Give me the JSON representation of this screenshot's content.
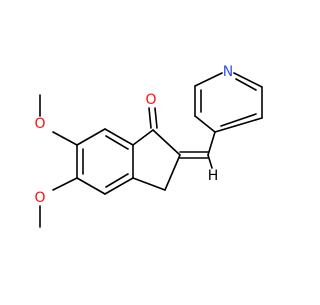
{
  "molecule": {
    "atoms": {
      "o_carbonyl": {
        "symbol": "O",
        "color": "#ff0d0d"
      },
      "n_pyridine": {
        "symbol": "N",
        "color": "#3050f8"
      },
      "o_methoxy_upper": {
        "symbol": "O",
        "color": "#ff0d0d"
      },
      "o_methoxy_lower": {
        "symbol": "O",
        "color": "#ff0d0d"
      },
      "h_vinyl": {
        "symbol": "H",
        "color": "#000000"
      }
    },
    "bond_color": "#000000"
  }
}
